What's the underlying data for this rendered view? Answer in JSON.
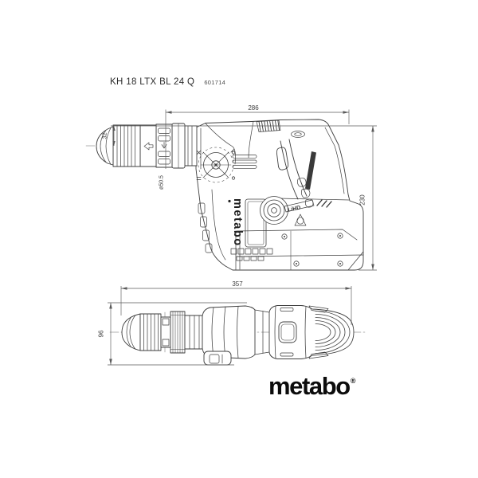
{
  "header": {
    "model": "KH 18 LTX BL 24 Q",
    "article_number": "601714"
  },
  "drawing": {
    "kind": "technical-line-drawing",
    "subject": "cordless rotary hammer with battery pack",
    "views": {
      "side": "side view",
      "top": "top view"
    },
    "labels": {
      "body_brand": "metabo",
      "battery_badge": "LiHD"
    }
  },
  "dims": {
    "length": "286",
    "height": "230",
    "chuck": "32",
    "diameter": "ø50.5",
    "total": "357",
    "width": "96"
  },
  "branding": {
    "logo_text": "metabo",
    "registered_mark": "®"
  },
  "colors": {
    "line": "#3e3e3e",
    "dimension": "#5a5a5a",
    "text": "#2b2b2b",
    "logo": "#0c0c0c"
  }
}
